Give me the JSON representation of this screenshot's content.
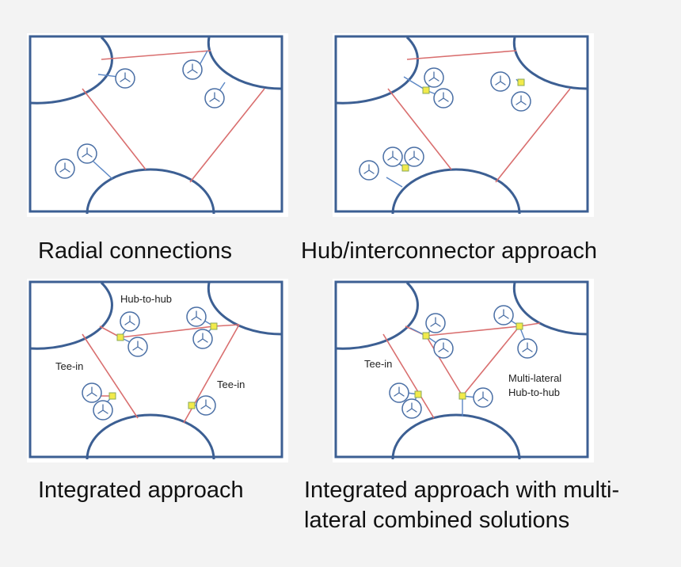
{
  "panels": [
    {
      "caption_lines": [
        "Radial connections"
      ],
      "labels": []
    },
    {
      "caption_lines": [
        "Hub/interconnector approach"
      ],
      "labels": []
    },
    {
      "caption_lines": [
        "Integrated approach"
      ],
      "labels": [
        "Hub-to-hub",
        "Tee-in",
        "Tee-in"
      ]
    },
    {
      "caption_lines": [
        "Integrated approach with multi-",
        "lateral combined solutions"
      ],
      "labels": [
        "Tee-in",
        "Multi-lateral",
        "Hub-to-hub"
      ]
    }
  ],
  "colors": {
    "frame": "#3c5f93",
    "interconnector_cable": "#d96f6f",
    "array_cable": "#5b86c4",
    "hub": "#f2ea4a"
  },
  "icons": {
    "turbine": "wind-turbine-icon",
    "hub": "offshore-hub-icon",
    "shore": "shore-landmass-icon"
  }
}
